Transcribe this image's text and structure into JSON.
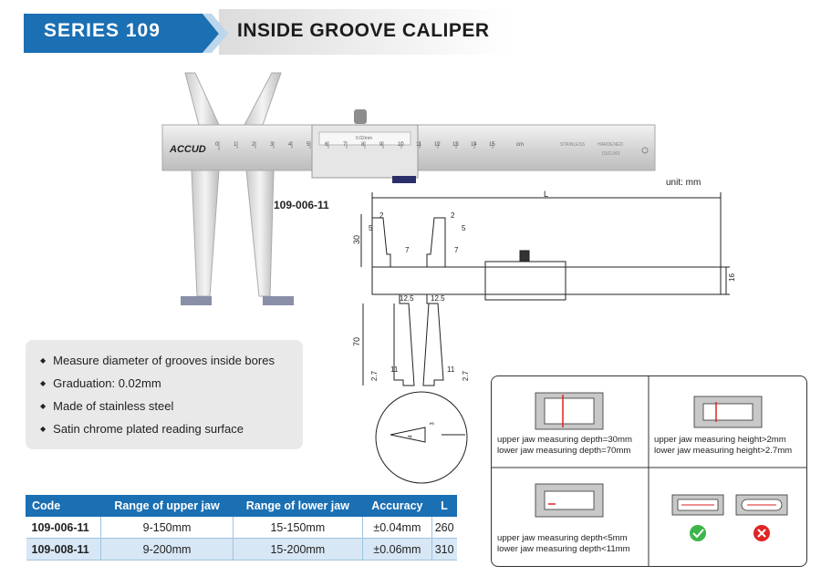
{
  "header": {
    "series": "SERIES 109",
    "title": "INSIDE GROOVE CALIPER"
  },
  "unit_label": "unit: mm",
  "model_label": "109-006-11",
  "caliper": {
    "brand": "ACCUD",
    "scale_numbers": [
      "0",
      "1",
      "2",
      "3",
      "4",
      "5",
      "6",
      "7",
      "8",
      "9",
      "10",
      "11",
      "12",
      "13",
      "14",
      "15"
    ],
    "scale_unit": "cm",
    "vernier_label": "0.02mm",
    "steel_label": "STAINLESS",
    "hardened_label": "HARDENED",
    "serial": "0101343"
  },
  "drawing_dims": {
    "L": "L",
    "d30": "30",
    "d2a": "2",
    "d5a": "5",
    "d7a": "7",
    "d2b": "2",
    "d5b": "5",
    "d7b": "7",
    "d16": "16",
    "d12_5a": "12.5",
    "d12_5b": "12.5",
    "d70": "70",
    "d2_7a": "2.7",
    "d11a": "11",
    "d11b": "11",
    "d2_7b": "2.7",
    "d4": "4",
    "d3": "3"
  },
  "features": [
    "Measure diameter of grooves inside bores",
    "Graduation: 0.02mm",
    "Made of stainless steel",
    "Satin chrome plated reading surface"
  ],
  "table": {
    "headers": [
      "Code",
      "Range of upper jaw",
      "Range of lower jaw",
      "Accuracy",
      "L"
    ],
    "rows": [
      [
        "109-006-11",
        "9-150mm",
        "15-150mm",
        "±0.04mm",
        "260"
      ],
      [
        "109-008-11",
        "9-200mm",
        "15-200mm",
        "±0.06mm",
        "310"
      ]
    ]
  },
  "usage": {
    "c1": [
      "upper jaw measuring depth=30mm",
      "lower jaw measuring depth=70mm"
    ],
    "c2": [
      "upper jaw measuring height>2mm",
      "lower jaw measuring height>2.7mm"
    ],
    "c3": [
      "upper jaw measuring depth<5mm",
      "lower jaw measuring depth<11mm"
    ]
  },
  "colors": {
    "brand_blue": "#1b6fb3",
    "ok_green": "#3db54a",
    "bad_red": "#e02424"
  }
}
